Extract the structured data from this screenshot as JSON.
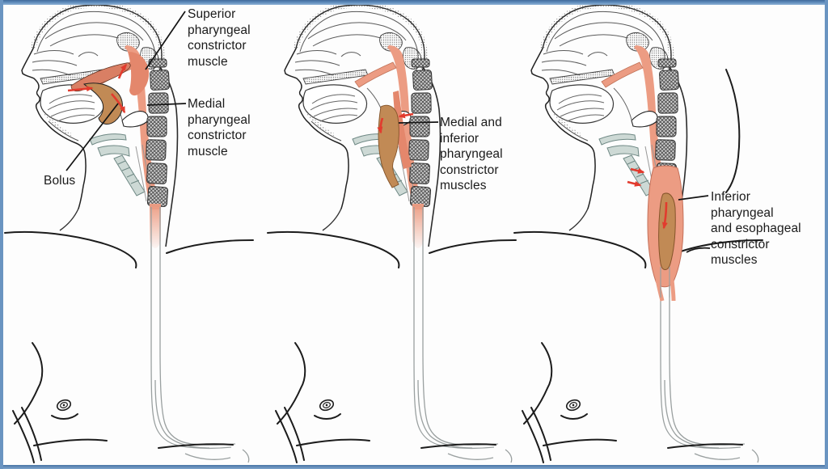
{
  "figure": {
    "description": "Three-stage swallowing diagram",
    "panels": [
      {
        "id": "panel-1",
        "labels": {
          "superior": "Superior\npharyngeal\nconstrictor\nmuscle",
          "medial": "Medial\npharyngeal\nconstrictor\nmuscle",
          "bolus": "Bolus"
        }
      },
      {
        "id": "panel-2",
        "labels": {
          "medial_inferior": "Medial and\ninferior\npharyngeal\nconstrictor\nmuscles"
        }
      },
      {
        "id": "panel-3",
        "labels": {
          "inferior_esophageal": "Inferior\npharyngeal\nand esophageal\nconstrictor\nmuscles"
        }
      }
    ]
  },
  "colors": {
    "muscle": "#ec9c83",
    "muscle_dark": "#e4876c",
    "bolus": "#c18a55",
    "arrow": "#e23b2e",
    "cartilage": "#cdd9d5",
    "line": "#2b2b2b",
    "frame_blue": "#5b89b9",
    "text": "#1a1a1a"
  }
}
